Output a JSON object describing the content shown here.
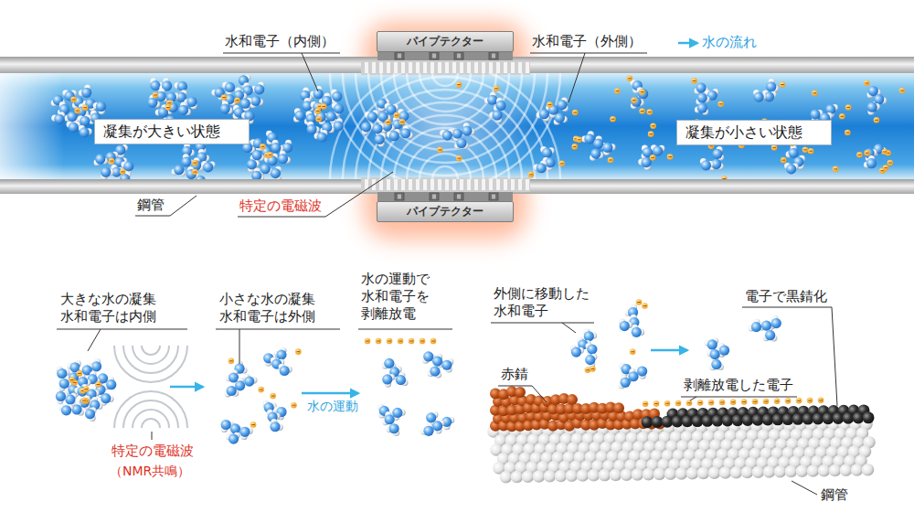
{
  "diagram": {
    "nodes": [
      {
        "text": [
          "パイプテクター"
        ]
      },
      {
        "text": [
          "凝集が大きい状態"
        ]
      },
      {
        "text": [
          "凝集が小さい状態"
        ]
      },
      {
        "text": [
          "パイプテクター"
        ]
      }
    ],
    "labels": [
      "水和電子（内側）",
      "水和電子（外側）",
      "水の流れ",
      "鋼管",
      "特定の電磁波",
      "大きな水の凝集 水和電子は内側",
      "小さな水の凝集 水和電子は外側",
      "水の運動で 水和電子を 剥離放電",
      "水の運動",
      "特定の電磁波",
      "（NMR共鳴）",
      "外側に移動した 水和電子",
      "電子で黒錆化",
      "赤錆",
      "剥離放電した電子",
      "鋼管"
    ]
  }
}
